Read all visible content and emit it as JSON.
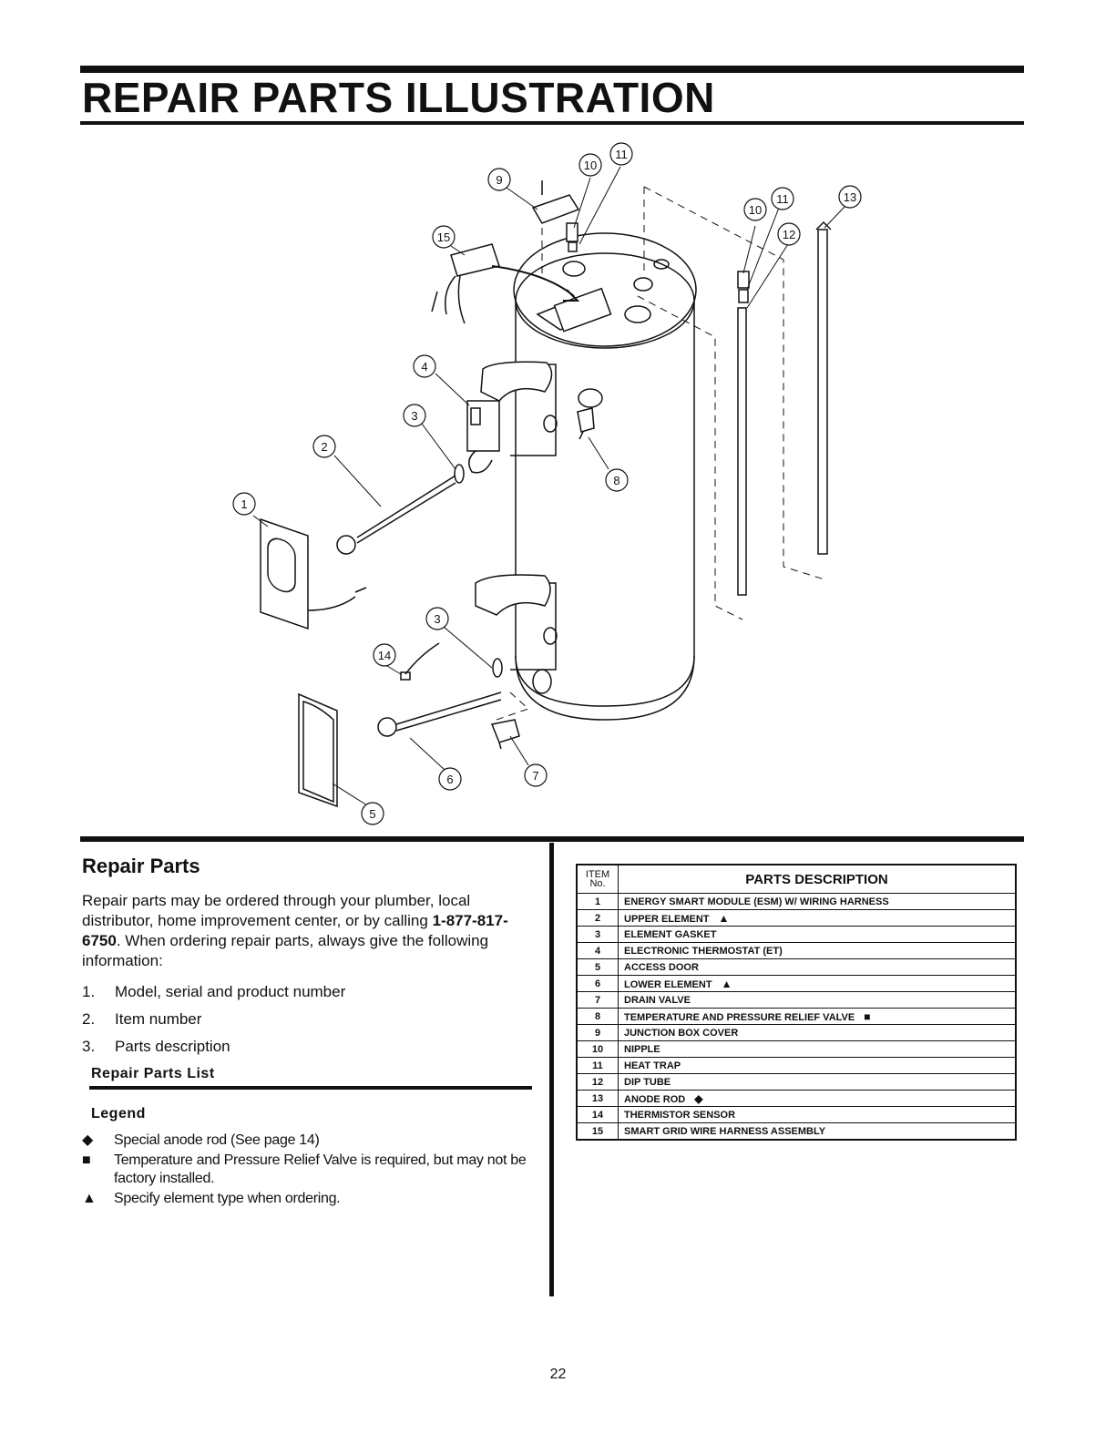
{
  "page_title": "REPAIR PARTS ILLUSTRATION",
  "diagram": {
    "callouts": [
      "1",
      "2",
      "3",
      "3",
      "4",
      "5",
      "6",
      "7",
      "8",
      "9",
      "10",
      "11",
      "10",
      "11",
      "12",
      "13",
      "14",
      "15"
    ]
  },
  "repair_parts": {
    "heading": "Repair Parts",
    "intro_before": "Repair parts may be ordered through your plumber, local distributor, home improvement center, or by calling ",
    "phone": "1-877-817-6750",
    "intro_after": ". When ordering repair parts, always give the following information:",
    "steps": [
      {
        "num": "1.",
        "text": "Model, serial and product number"
      },
      {
        "num": "2.",
        "text": "Item number"
      },
      {
        "num": "3.",
        "text": "Parts description"
      }
    ],
    "list_heading": "Repair Parts List",
    "legend_heading": "Legend",
    "legend": [
      {
        "symbol": "diamond",
        "glyph": "◆",
        "text": "Special anode rod (See page 14)"
      },
      {
        "symbol": "square",
        "glyph": "■",
        "text": "Temperature and Pressure Relief Valve is required, but may not be factory installed."
      },
      {
        "symbol": "triangle",
        "glyph": "▲",
        "text": "Specify element type when ordering."
      }
    ]
  },
  "parts_table": {
    "col_item_line1": "ITEM",
    "col_item_line2": "No.",
    "col_desc": "PARTS DESCRIPTION",
    "rows": [
      {
        "num": "1",
        "desc": "ENERGY SMART MODULE (ESM) W/ WIRING HARNESS",
        "mark": ""
      },
      {
        "num": "2",
        "desc": "UPPER ELEMENT",
        "mark": "▲"
      },
      {
        "num": "3",
        "desc": "ELEMENT GASKET",
        "mark": ""
      },
      {
        "num": "4",
        "desc": "ELECTRONIC THERMOSTAT (ET)",
        "mark": ""
      },
      {
        "num": "5",
        "desc": "ACCESS DOOR",
        "mark": ""
      },
      {
        "num": "6",
        "desc": "LOWER ELEMENT",
        "mark": "▲"
      },
      {
        "num": "7",
        "desc": "DRAIN VALVE",
        "mark": ""
      },
      {
        "num": "8",
        "desc": "TEMPERATURE AND PRESSURE RELIEF VALVE",
        "mark": "■"
      },
      {
        "num": "9",
        "desc": "JUNCTION BOX COVER",
        "mark": ""
      },
      {
        "num": "10",
        "desc": "NIPPLE",
        "mark": ""
      },
      {
        "num": "11",
        "desc": "HEAT TRAP",
        "mark": ""
      },
      {
        "num": "12",
        "desc": "DIP TUBE",
        "mark": ""
      },
      {
        "num": "13",
        "desc": "ANODE ROD",
        "mark": "◆"
      },
      {
        "num": "14",
        "desc": "THERMISTOR SENSOR",
        "mark": ""
      },
      {
        "num": "15",
        "desc": "SMART GRID WIRE HARNESS ASSEMBLY",
        "mark": ""
      }
    ]
  },
  "page_number": "22"
}
